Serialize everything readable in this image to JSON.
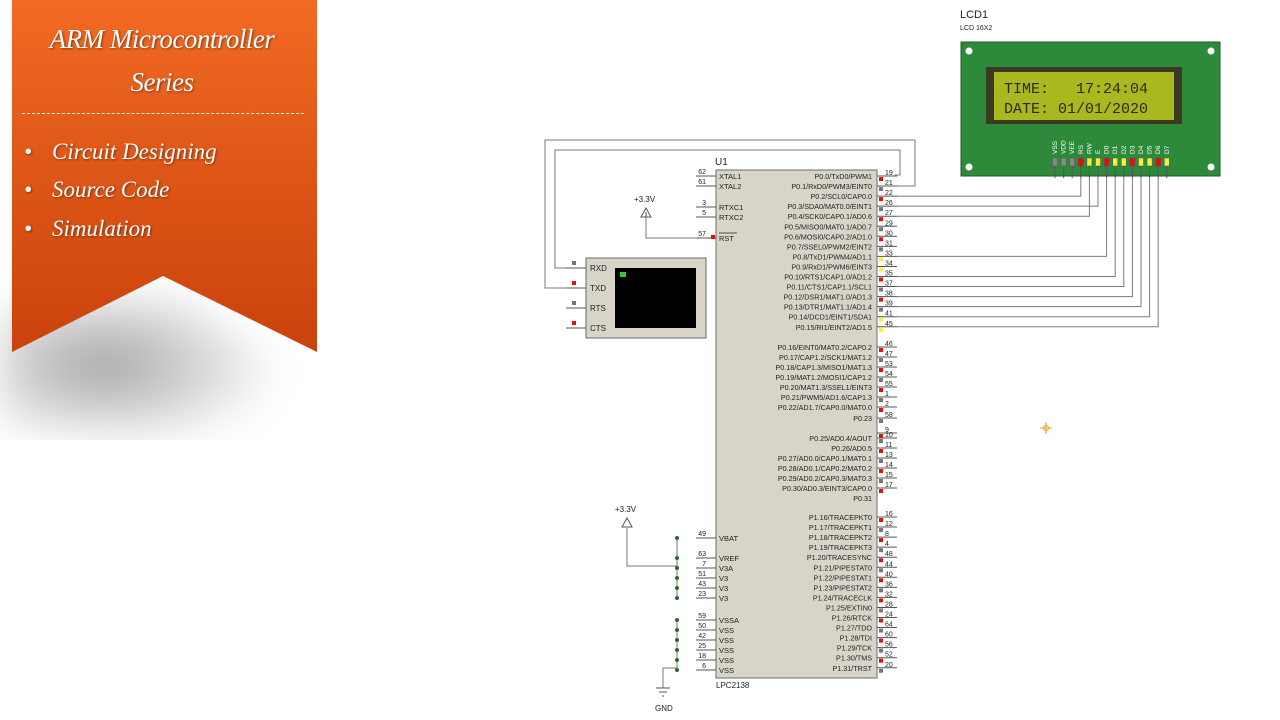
{
  "banner": {
    "title_line1": "ARM Microcontroller",
    "title_line2": "Series",
    "items": [
      "Circuit Designing",
      "Source Code",
      "Simulation"
    ]
  },
  "colors": {
    "banner_top": "#f26a22",
    "banner_bottom": "#c9420c",
    "lcd_bezel": "#2d8a3a",
    "lcd_screen": "#a8b81e",
    "wire": "#7a7a7a",
    "chip_body": "#d8d4c8",
    "pin_red": "#e01010",
    "pin_yellow": "#f2ee3a"
  },
  "lcd": {
    "ref": "LCD1",
    "type": "LCD 16X2",
    "line1": "TIME:   17:24:04",
    "line2": "DATE: 01/01/2020",
    "pins": [
      "VSS",
      "VDD",
      "VEE",
      "RS",
      "RW",
      "E",
      "D0",
      "D1",
      "D2",
      "D3",
      "D4",
      "D5",
      "D6",
      "D7"
    ]
  },
  "mcu": {
    "ref": "U1",
    "part": "LPC2138",
    "left_pins": [
      {
        "num": "62",
        "name": "XTAL1"
      },
      {
        "num": "61",
        "name": "XTAL2"
      },
      {
        "num": "3",
        "name": "RTXC1"
      },
      {
        "num": "5",
        "name": "RTXC2"
      },
      {
        "num": "57",
        "name": "RST"
      },
      {
        "num": "49",
        "name": "VBAT"
      },
      {
        "num": "63",
        "name": "VREF"
      },
      {
        "num": "7",
        "name": "V3A"
      },
      {
        "num": "51",
        "name": "V3"
      },
      {
        "num": "43",
        "name": "V3"
      },
      {
        "num": "23",
        "name": "V3"
      },
      {
        "num": "59",
        "name": "VSSA"
      },
      {
        "num": "50",
        "name": "VSS"
      },
      {
        "num": "42",
        "name": "VSS"
      },
      {
        "num": "25",
        "name": "VSS"
      },
      {
        "num": "18",
        "name": "VSS"
      },
      {
        "num": "6",
        "name": "VSS"
      }
    ],
    "right_pins": [
      {
        "name": "P0.0/TxD0/PWM1",
        "num": "19"
      },
      {
        "name": "P0.1/RxD0/PWM3/EINT0",
        "num": "21"
      },
      {
        "name": "P0.2/SCL0/CAP0.0",
        "num": "22"
      },
      {
        "name": "P0.3/SDA0/MAT0.0/EINT1",
        "num": "26"
      },
      {
        "name": "P0.4/SCK0/CAP0.1/AD0.6",
        "num": "27"
      },
      {
        "name": "P0.5/MISO0/MAT0.1/AD0.7",
        "num": "29"
      },
      {
        "name": "P0.6/MOSI0/CAP0.2/AD1.0",
        "num": "30"
      },
      {
        "name": "P0.7/SSEL0/PWM2/EINT2",
        "num": "31"
      },
      {
        "name": "P0.8/TxD1/PWM4/AD1.1",
        "num": "33"
      },
      {
        "name": "P0.9/RxD1/PWM6/EINT3",
        "num": "34"
      },
      {
        "name": "P0.10/RTS1/CAP1.0/AD1.2",
        "num": "35"
      },
      {
        "name": "P0.11/CTS1/CAP1.1/SCL1",
        "num": "37"
      },
      {
        "name": "P0.12/DSR1/MAT1.0/AD1.3",
        "num": "38"
      },
      {
        "name": "P0.13/DTR1/MAT1.1/AD1.4",
        "num": "39"
      },
      {
        "name": "P0.14/DCD1/EINT1/SDA1",
        "num": "41"
      },
      {
        "name": "P0.15/RI1/EINT2/AD1.5",
        "num": "45"
      },
      {
        "name": "P0.16/EINT0/MAT0.2/CAP0.2",
        "num": "46"
      },
      {
        "name": "P0.17/CAP1.2/SCK1/MAT1.2",
        "num": "47"
      },
      {
        "name": "P0.18/CAP1.3/MISO1/MAT1.3",
        "num": "53"
      },
      {
        "name": "P0.19/MAT1.2/MOSI1/CAP1.2",
        "num": "54"
      },
      {
        "name": "P0.20/MAT1.3/SSEL1/EINT3",
        "num": "55"
      },
      {
        "name": "P0.21/PWM5/AD1.6/CAP1.3",
        "num": "1"
      },
      {
        "name": "P0.22/AD1.7/CAP0.0/MAT0.0",
        "num": "2"
      },
      {
        "name": "P0.23",
        "num": "58"
      },
      {
        "name": "",
        "num": "9"
      },
      {
        "name": "P0.25/AD0.4/AOUT",
        "num": "10"
      },
      {
        "name": "P0.26/AD0.5",
        "num": "11"
      },
      {
        "name": "P0.27/AD0.0/CAP0.1/MAT0.1",
        "num": "13"
      },
      {
        "name": "P0.28/AD0.1/CAP0.2/MAT0.2",
        "num": "14"
      },
      {
        "name": "P0.29/AD0.2/CAP0.3/MAT0.3",
        "num": "15"
      },
      {
        "name": "P0.30/AD0.3/EINT3/CAP0.0",
        "num": "17"
      },
      {
        "name": "P0.31",
        "num": ""
      },
      {
        "name": "P1.16/TRACEPKT0",
        "num": "16"
      },
      {
        "name": "P1.17/TRACEPKT1",
        "num": "12"
      },
      {
        "name": "P1.18/TRACEPKT2",
        "num": "8"
      },
      {
        "name": "P1.19/TRACEPKT3",
        "num": "4"
      },
      {
        "name": "P1.20/TRACESYNC",
        "num": "48"
      },
      {
        "name": "P1.21/PIPESTAT0",
        "num": "44"
      },
      {
        "name": "P1.22/PIPESTAT1",
        "num": "40"
      },
      {
        "name": "P1.23/PIPESTAT2",
        "num": "36"
      },
      {
        "name": "P1.24/TRACECLK",
        "num": "32"
      },
      {
        "name": "P1.25/EXTIN0",
        "num": "28"
      },
      {
        "name": "P1.26/RTCK",
        "num": "24"
      },
      {
        "name": "P1.27/TDO",
        "num": "64"
      },
      {
        "name": "P1.28/TDI",
        "num": "60"
      },
      {
        "name": "P1.29/TCK",
        "num": "56"
      },
      {
        "name": "P1.30/TMS",
        "num": "52"
      },
      {
        "name": "P1.31/TRST",
        "num": "20"
      }
    ]
  },
  "terminal": {
    "pins": [
      "RXD",
      "TXD",
      "RTS",
      "CTS"
    ]
  },
  "power": {
    "vcc1": "+3.3V",
    "vcc2": "+3.3V",
    "gnd": "GND"
  }
}
